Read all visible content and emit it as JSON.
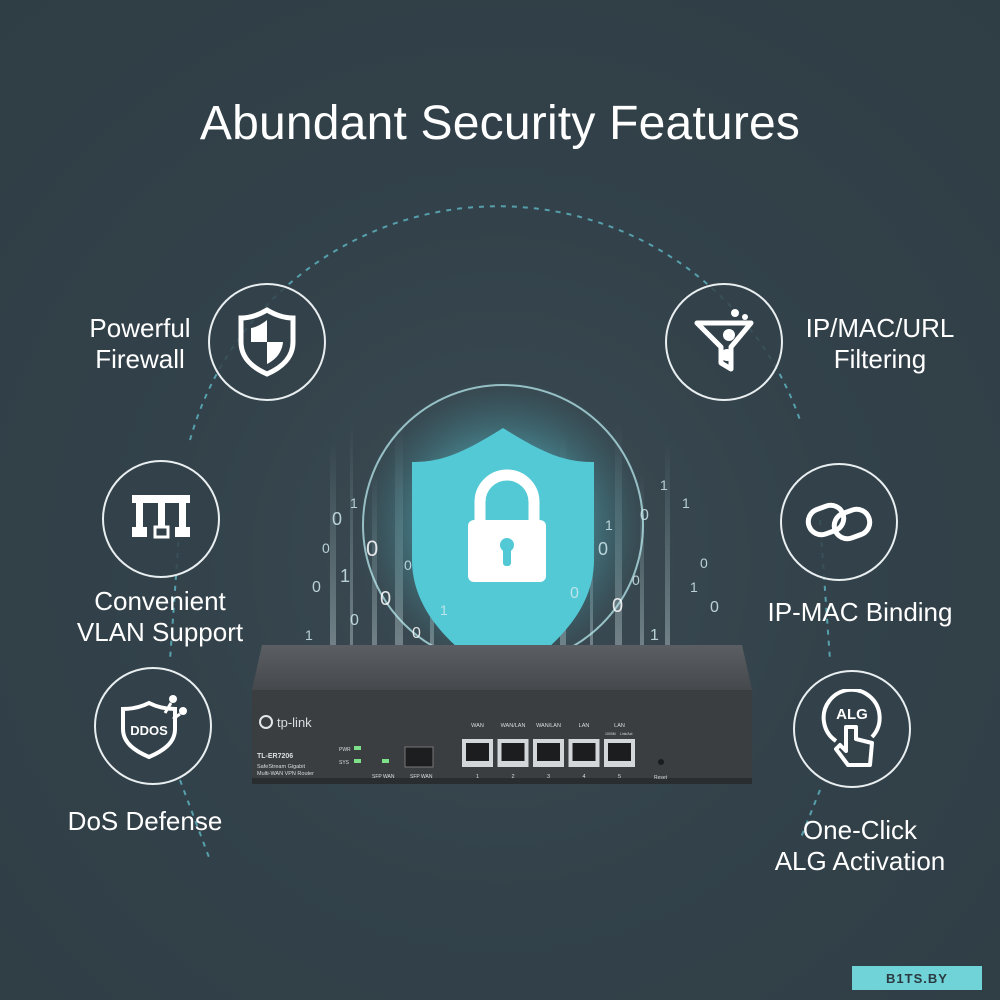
{
  "title": "Abundant Security Features",
  "features": [
    {
      "id": "firewall",
      "label_lines": [
        "Powerful",
        "Firewall"
      ],
      "icon": "shield-icon"
    },
    {
      "id": "filtering",
      "label_lines": [
        "IP/MAC/URL",
        "Filtering"
      ],
      "icon": "funnel-icon"
    },
    {
      "id": "vlan",
      "label_lines": [
        "Convenient",
        "VLAN Support"
      ],
      "icon": "vlan-icon"
    },
    {
      "id": "binding",
      "label_lines": [
        "IP-MAC Binding"
      ],
      "icon": "link-icon"
    },
    {
      "id": "dos",
      "label_lines": [
        "DoS Defense"
      ],
      "icon": "ddos-shield-icon",
      "icon_text": "DDOS"
    },
    {
      "id": "alg",
      "label_lines": [
        "One-Click",
        "ALG Activation"
      ],
      "icon": "alg-touch-icon",
      "icon_text": "ALG"
    }
  ],
  "router": {
    "brand": "tp-link",
    "model": "TL-ER7206",
    "desc_line1": "SafeStream Gigabit",
    "desc_line2": "Multi-WAN VPN Router",
    "led_pwr": "PWR",
    "led_sys": "SYS",
    "sfp_wan_led": "SFP WAN",
    "sfp_wan_port": "SFP WAN",
    "port_labels": [
      "WAN",
      "WAN/LAN",
      "WAN/LAN",
      "LAN",
      "LAN"
    ],
    "port_numbers": [
      "1",
      "2",
      "3",
      "4",
      "5"
    ],
    "small_labels": [
      "1000M",
      "Link/Act"
    ],
    "reset": "Reset"
  },
  "center_icon": "lock-shield-icon",
  "watermark": "B1TS.BY",
  "colors": {
    "background": "#34424a",
    "accent": "#5fd0dc",
    "router": "#3a3d40"
  }
}
